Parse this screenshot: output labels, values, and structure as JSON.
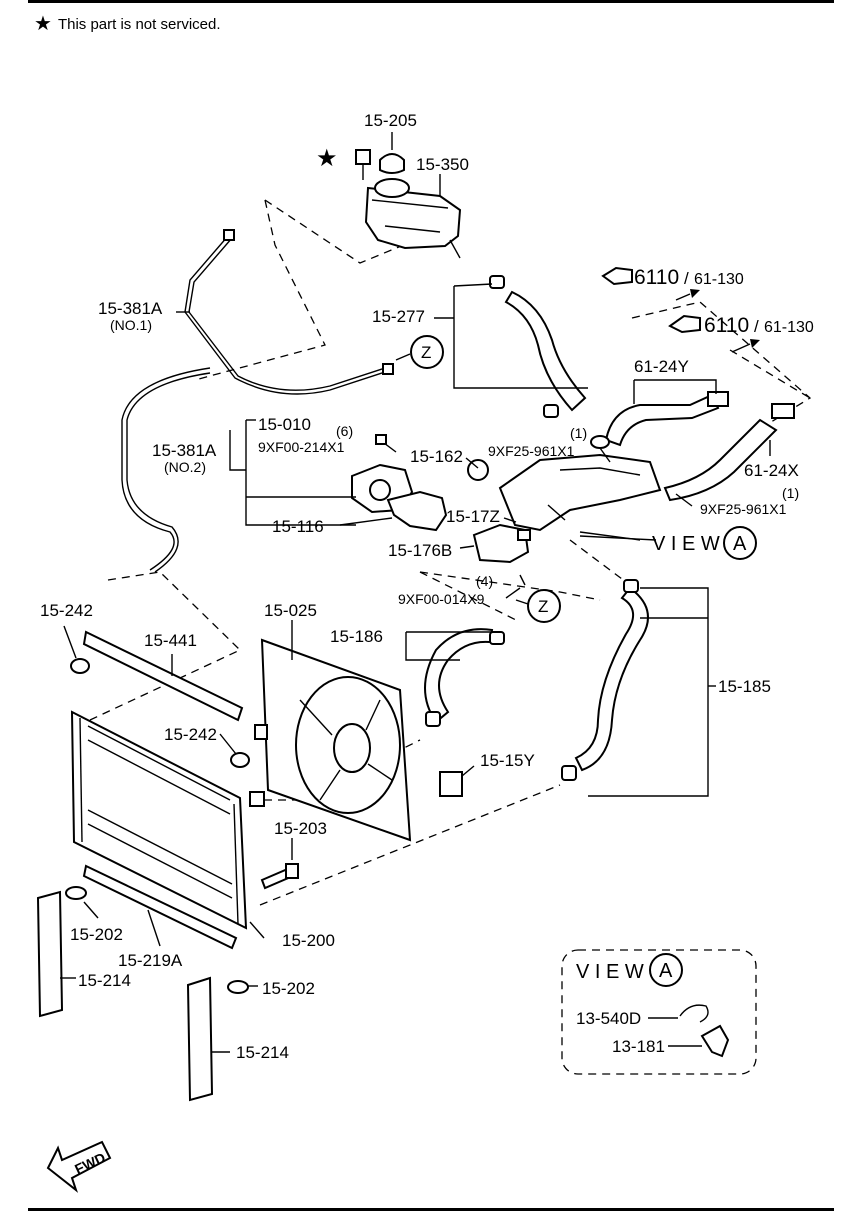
{
  "note": {
    "symbol": "★",
    "text": "This part is not serviced."
  },
  "refs": {
    "ref1": {
      "code": "6110",
      "page": "61-130"
    },
    "ref2": {
      "code": "6110",
      "page": "61-130"
    }
  },
  "labels": {
    "p15_205": "15-205",
    "p15_350": "15-350",
    "p15_381a_1": "15-381A",
    "p15_381a_1_sub": "(NO.1)",
    "p15_277": "15-277",
    "z1": "Z",
    "p61_24y": "61-24Y",
    "p15_381a_2": "15-381A",
    "p15_381a_2_sub": "(NO.2)",
    "p15_010": "15-010",
    "qty6": "(6)",
    "bolt_214": "9XF00-214X1",
    "p15_162": "15-162",
    "qty1a": "(1)",
    "clip_961a": "9XF25-961X1",
    "p61_24x": "61-24X",
    "qty1b": "(1)",
    "clip_961b": "9XF25-961X1",
    "p15_116": "15-116",
    "p15_17z": "15-17Z",
    "p15_176b": "15-176B",
    "view_a_text": "V I E W",
    "view_a_letter": "A",
    "qty4": "(4)",
    "bolt_014": "9XF00-014X9",
    "z2": "Z",
    "p15_242a": "15-242",
    "p15_025": "15-025",
    "p15_441": "15-441",
    "p15_186": "15-186",
    "p15_185": "15-185",
    "p15_242b": "15-242",
    "p15_15y": "15-15Y",
    "p15_203": "15-203",
    "p15_202a": "15-202",
    "p15_219a": "15-219A",
    "p15_200": "15-200",
    "p15_214a": "15-214",
    "p15_202b": "15-202",
    "p15_214b": "15-214",
    "view_box_text": "V I E W",
    "view_box_letter": "A",
    "p13_540d": "13-540D",
    "p13_181": "13-181",
    "fwd": "FWD"
  }
}
